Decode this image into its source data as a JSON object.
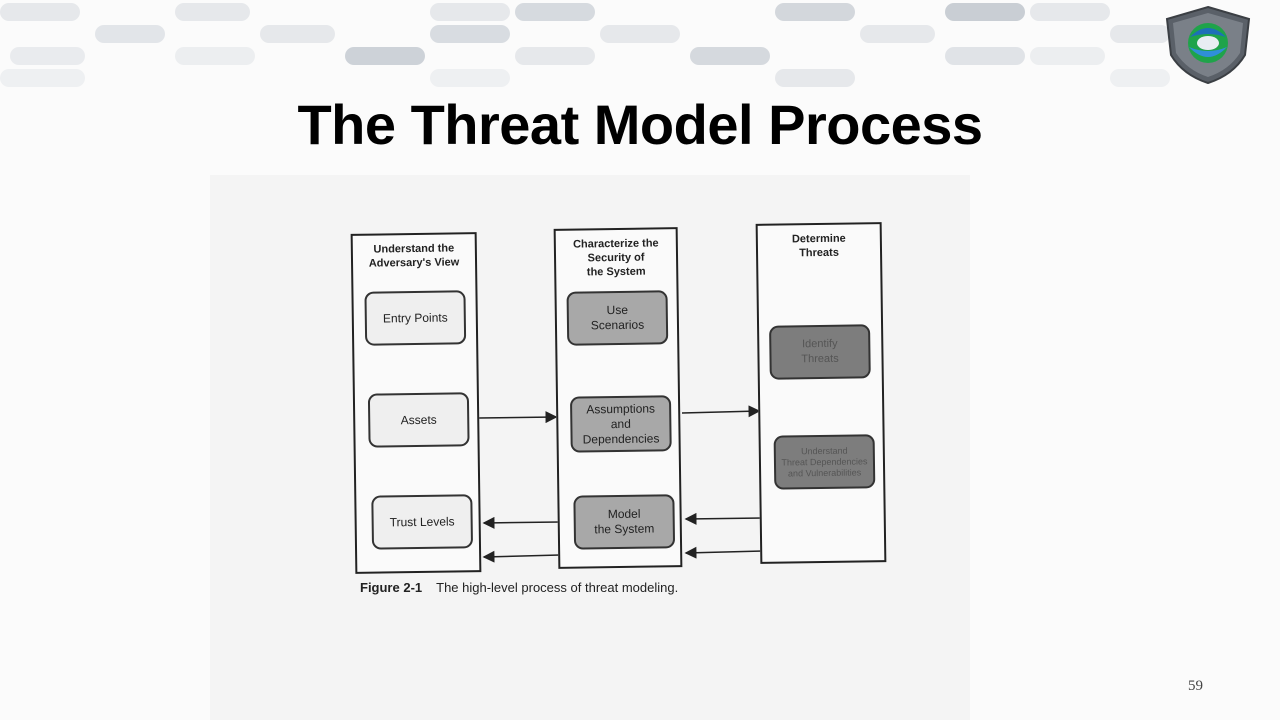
{
  "slide": {
    "title": "The Threat Model Process",
    "page_number": "59"
  },
  "diagram": {
    "columns": [
      {
        "heading": "Understand the\nAdversary's View",
        "items": [
          "Entry Points",
          "Assets",
          "Trust Levels"
        ]
      },
      {
        "heading": "Characterize the\nSecurity of\nthe System",
        "items": [
          "Use\nScenarios",
          "Assumptions\nand\nDependencies",
          "Model\nthe System"
        ]
      },
      {
        "heading": "Determine\nThreats",
        "items": [
          "Identify\nThreats",
          "Understand\nThreat Dependencies\nand Vulnerabilities"
        ]
      }
    ],
    "caption_label": "Figure 2-1",
    "caption_text": "The high-level process of threat modeling."
  },
  "colors": {
    "banner_pill": "#e6e8eb",
    "banner_pill_dark": "#cdd2d8",
    "logo_blue": "#1d6fb8",
    "logo_green": "#1fa34a",
    "logo_shield": "#5a6068"
  }
}
